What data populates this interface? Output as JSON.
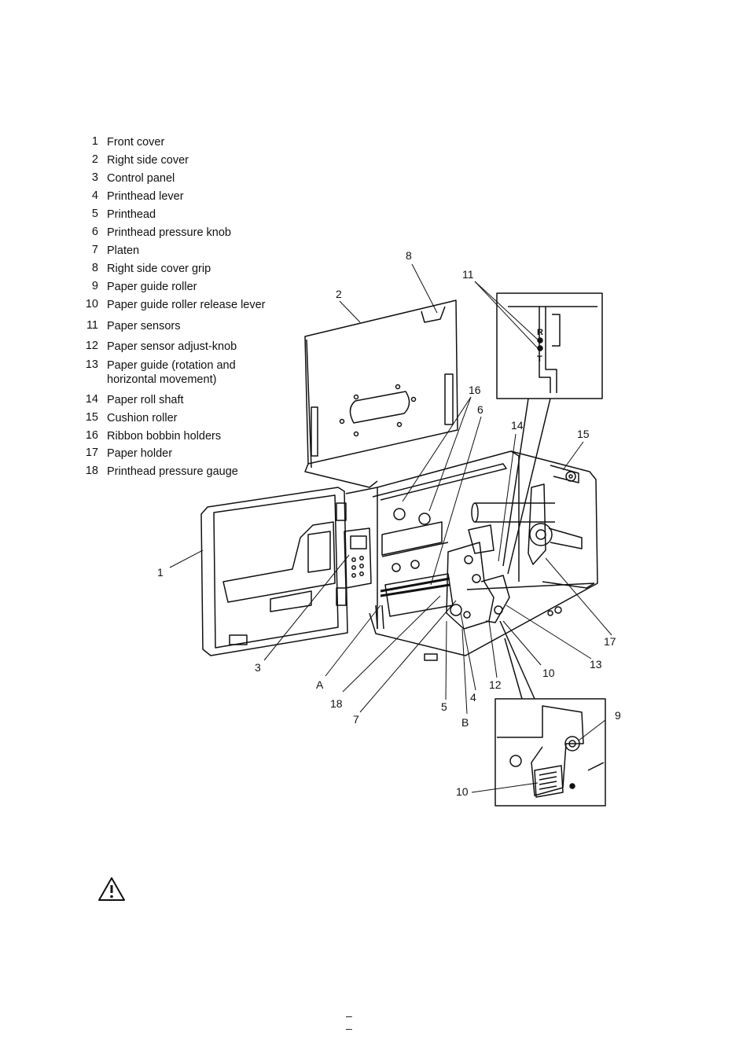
{
  "legend": [
    {
      "num": "1",
      "label": "Front cover"
    },
    {
      "num": "2",
      "label": "Right side cover"
    },
    {
      "num": "3",
      "label": "Control panel"
    },
    {
      "num": "4",
      "label": "Printhead lever"
    },
    {
      "num": "5",
      "label": "Printhead"
    },
    {
      "num": "6",
      "label": "Printhead pressure knob"
    },
    {
      "num": "7",
      "label": "Platen"
    },
    {
      "num": "8",
      "label": "Right side cover grip"
    },
    {
      "num": "9",
      "label": "Paper guide roller"
    },
    {
      "num": "10",
      "label": "Paper guide roller release lever"
    },
    {
      "num": "11",
      "label": "Paper sensors"
    },
    {
      "num": "12",
      "label": "Paper sensor adjust-knob"
    },
    {
      "num": "13",
      "label": "Paper guide (rotation and\nhorizontal movement)"
    },
    {
      "num": "14",
      "label": "Paper roll shaft"
    },
    {
      "num": "15",
      "label": "Cushion roller"
    },
    {
      "num": "16",
      "label": "Ribbon bobbin holders"
    },
    {
      "num": "17",
      "label": "Paper holder"
    },
    {
      "num": "18",
      "label": "Printhead pressure gauge"
    }
  ],
  "callouts": {
    "c1": "1",
    "c2": "2",
    "c3": "3",
    "c4": "4",
    "c5": "5",
    "c6": "6",
    "c7": "7",
    "c8": "8",
    "c9": "9",
    "c10a": "10",
    "c10b": "10",
    "c11": "11",
    "c12": "12",
    "c13": "13",
    "c14": "14",
    "c15": "15",
    "c16": "16",
    "c17": "17",
    "c18": "18",
    "cA": "A",
    "cB": "B"
  },
  "sensor_letters": {
    "r": "R",
    "t": "T"
  },
  "footer": "– –"
}
